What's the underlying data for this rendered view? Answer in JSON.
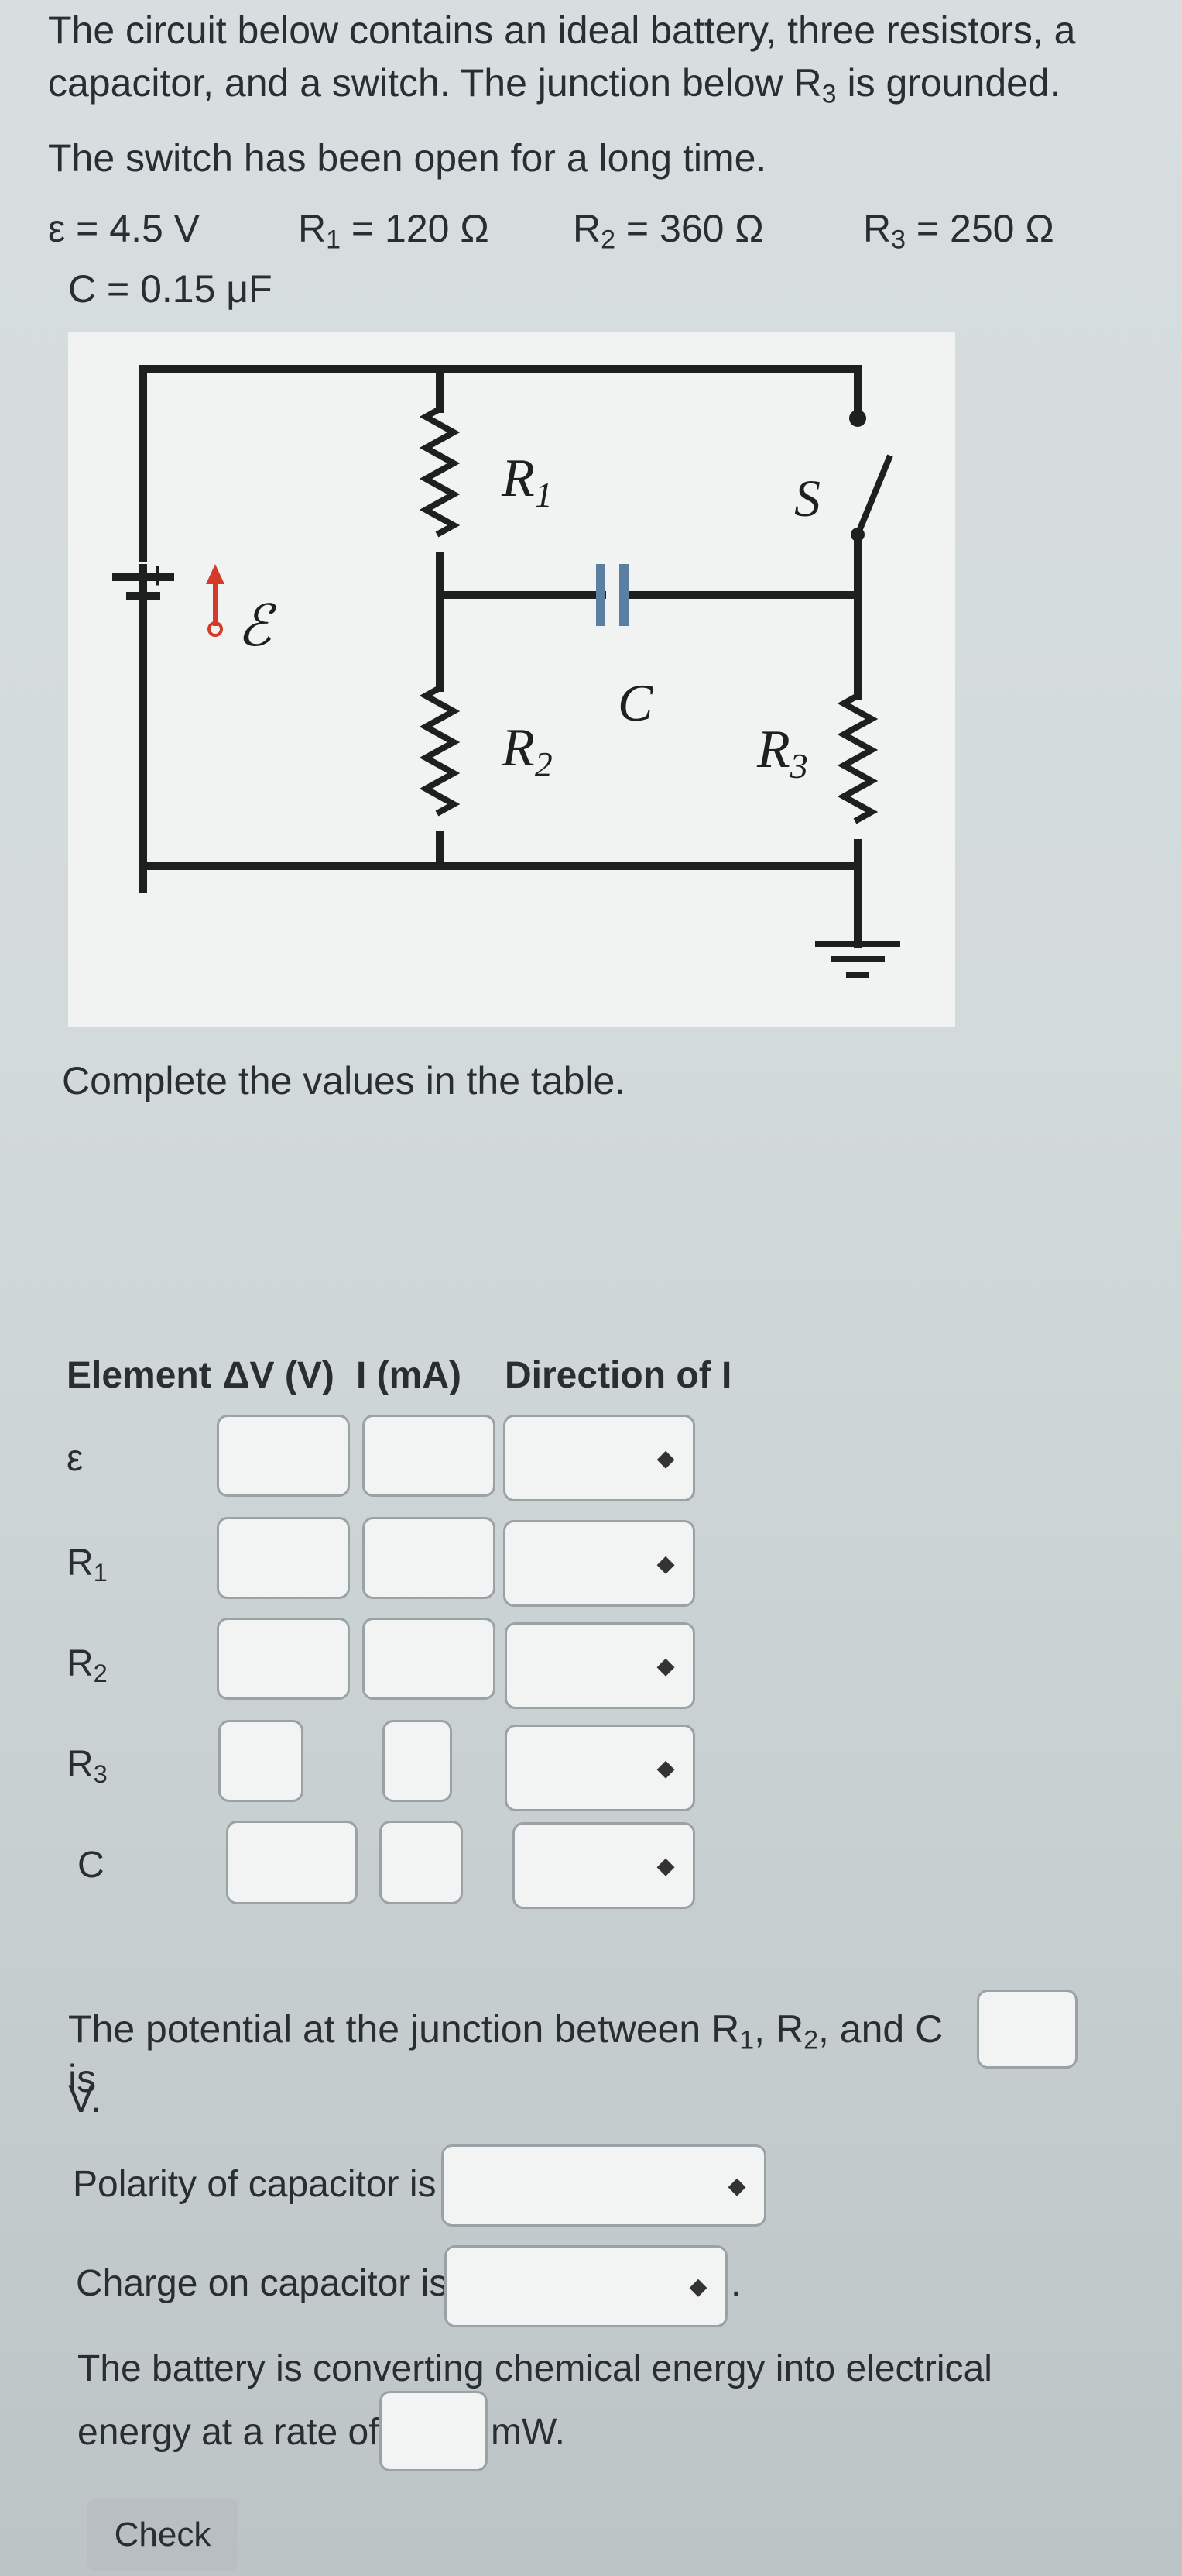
{
  "intro": {
    "line1": "The circuit below contains an ideal battery, three resistors, a",
    "line2": "capacitor, and a switch. The junction below R",
    "line2_sub": "3",
    "line2_end": " is grounded.",
    "line3": "The switch has been open for a long time."
  },
  "given": {
    "emf": "ε = 4.5 V",
    "r1_pre": "R",
    "r1_sub": "1",
    "r1_val": " = 120 Ω",
    "r2_pre": "R",
    "r2_sub": "2",
    "r2_val": " = 360 Ω",
    "r3_pre": "R",
    "r3_sub": "3",
    "r3_val": " = 250 Ω",
    "cap": "C = 0.15 μF"
  },
  "diagram": {
    "r1_label": "R",
    "r1_sub": "1",
    "r2_label": "R",
    "r2_sub": "2",
    "r3_label": "R",
    "r3_sub": "3",
    "c_label": "C",
    "s_label": "S",
    "emf_label": "ℰ",
    "plus": "+"
  },
  "instructions": "Complete the values in the table.",
  "table": {
    "headers": [
      "Element",
      "ΔV (V)",
      "I (mA)",
      "Direction of I"
    ],
    "rows": [
      {
        "element": "ε",
        "sub": ""
      },
      {
        "element": "R",
        "sub": "1"
      },
      {
        "element": "R",
        "sub": "2"
      },
      {
        "element": "R",
        "sub": "3"
      },
      {
        "element": "C",
        "sub": ""
      }
    ]
  },
  "potential": {
    "text_pre": "The potential at the junction between R",
    "s1": "1",
    "mid1": ", R",
    "s2": "2",
    "mid2": ", and C is",
    "unit": "V."
  },
  "polarity_label": "Polarity of capacitor is",
  "charge_label": "Charge on capacitor is",
  "charge_end": ".",
  "battery": {
    "line1": "The battery is converting chemical energy into electrical",
    "line2": "energy at a rate of",
    "unit": "mW."
  },
  "check_label": "Check"
}
